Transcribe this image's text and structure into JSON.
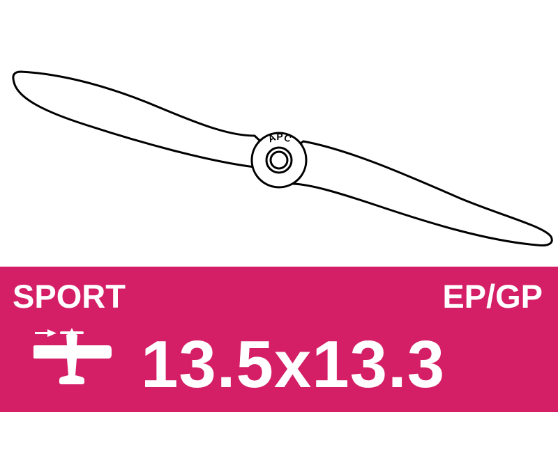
{
  "product": {
    "brand_mark": "APC",
    "category": "SPORT",
    "fuel_type": "EP/GP",
    "size": "13.5x13.3",
    "accent_color": "#d41f67",
    "icon": "airplane-tractor-icon"
  }
}
